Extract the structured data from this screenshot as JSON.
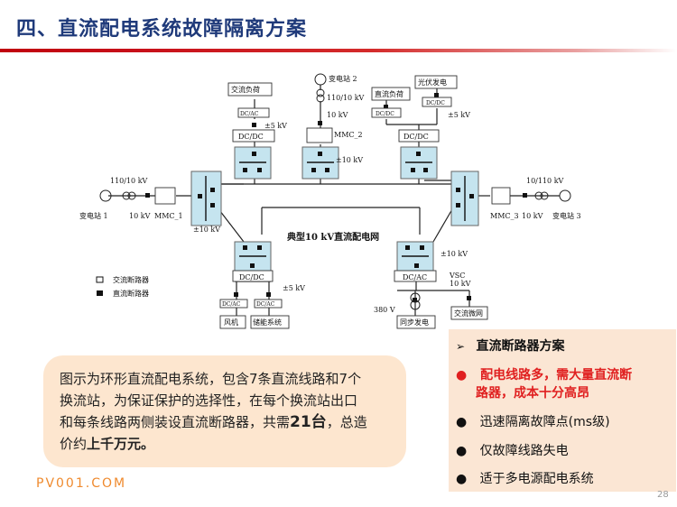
{
  "slide": {
    "title": "四、直流配电系统故障隔离方案",
    "page_number": "28",
    "watermark": "PV001.COM"
  },
  "diagram": {
    "center_label": "典型10 kV直流配电网",
    "legend": {
      "ac_breaker": "交流断路器",
      "dc_breaker": "直流断路器"
    },
    "labels": {
      "ac_load": "交流负荷",
      "dcac": "DC/AC",
      "dcdc": "DC/DC",
      "pm5kv": "±5 kV",
      "substation2": "变电站 2",
      "v110_10": "110/10 kV",
      "v10kv": "10 kV",
      "mmc2": "MMC_2",
      "dc_load": "直流负荷",
      "pv_gen": "光伏发电",
      "dcdc_small": "DC/DC",
      "pm10kv": "±10 kV",
      "v110_10_left": "110/10 kV",
      "substation1": "变电站 1",
      "mmc1": "MMC_1",
      "v10_10": "10/110 kV",
      "mmc3": "MMC_3",
      "substation3": "变电站 3",
      "vsc": "VSC",
      "v380": "380 V",
      "sync_gen": "同步发电",
      "ac_microgrid": "交流微网",
      "wind": "风机",
      "storage": "储能系统"
    }
  },
  "callout": {
    "line1": "图示为环形直流配电系统，包含7条直流线路和7个",
    "line2": "换流站，为保证保护的选择性，在每个换流站出口",
    "line3a": "和每条线路两侧装设直流断路器，共需",
    "count": "21台",
    "line3b": "，总造",
    "line4a": "价约",
    "cost": "上千万元。"
  },
  "panel": {
    "heading": "直流断路器方案",
    "items": [
      {
        "text1": "配电线路多，需大量直流断",
        "text2": "路器，成本十分高昂",
        "color": "#e02020"
      },
      {
        "text1": "迅速隔离故障点(ms级)",
        "text2": "",
        "color": "#111111"
      },
      {
        "text1": "仅故障线路失电",
        "text2": "",
        "color": "#111111"
      },
      {
        "text1": "适于多电源配电系统",
        "text2": "",
        "color": "#111111"
      }
    ]
  },
  "colors": {
    "title": "#1f3a7a",
    "rule": "#c0000f",
    "callout_bg": "#fde6cf",
    "panel_bg": "#fbe6d4",
    "station_fill": "#c5e4ef",
    "highlight": "#e02020",
    "watermark": "#ef8a2e"
  }
}
